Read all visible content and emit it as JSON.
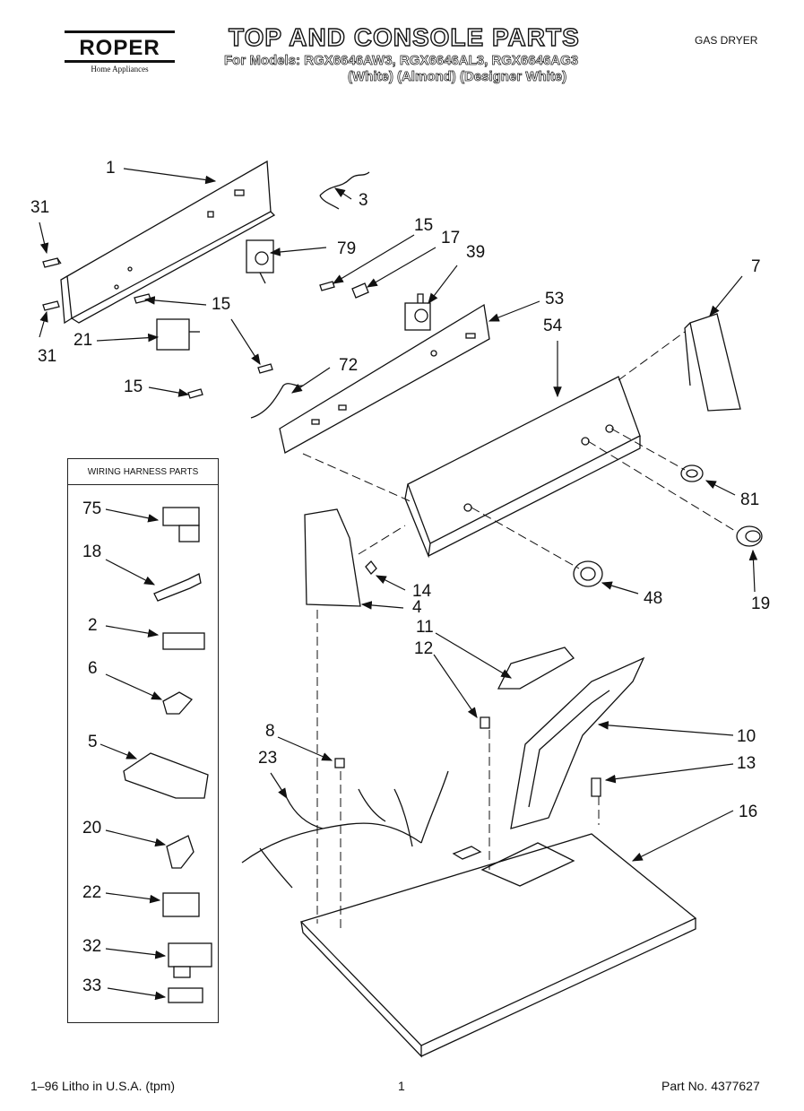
{
  "header": {
    "brand": "ROPER",
    "brand_sub": "Home Appliances",
    "title": "TOP AND CONSOLE PARTS",
    "models_line": "For Models: RGX6646AW3, RGX6646AL3, RGX6646AG3",
    "variants_line": "(White)    (Almond)  (Designer White)",
    "product": "GAS DRYER"
  },
  "inset": {
    "title": "WIRING HARNESS PARTS"
  },
  "callouts": {
    "c1": "1",
    "c3": "3",
    "c31a": "31",
    "c31b": "31",
    "c79": "79",
    "c15a": "15",
    "c17": "17",
    "c39": "39",
    "c15b": "15",
    "c21": "21",
    "c53": "53",
    "c54": "54",
    "c7": "7",
    "c72": "72",
    "c15c": "15",
    "c81": "81",
    "c19": "19",
    "c48": "48",
    "c14": "14",
    "c4": "4",
    "c11": "11",
    "c12": "12",
    "c10": "10",
    "c13": "13",
    "c8": "8",
    "c23": "23",
    "c16": "16",
    "c75": "75",
    "c18": "18",
    "c2": "2",
    "c6": "6",
    "c5": "5",
    "c20": "20",
    "c22": "22",
    "c32": "32",
    "c33": "33"
  },
  "footer": {
    "litho": "1–96 Litho in U.S.A. (tpm)",
    "page": "1",
    "part_no": "Part No. 4377627"
  }
}
